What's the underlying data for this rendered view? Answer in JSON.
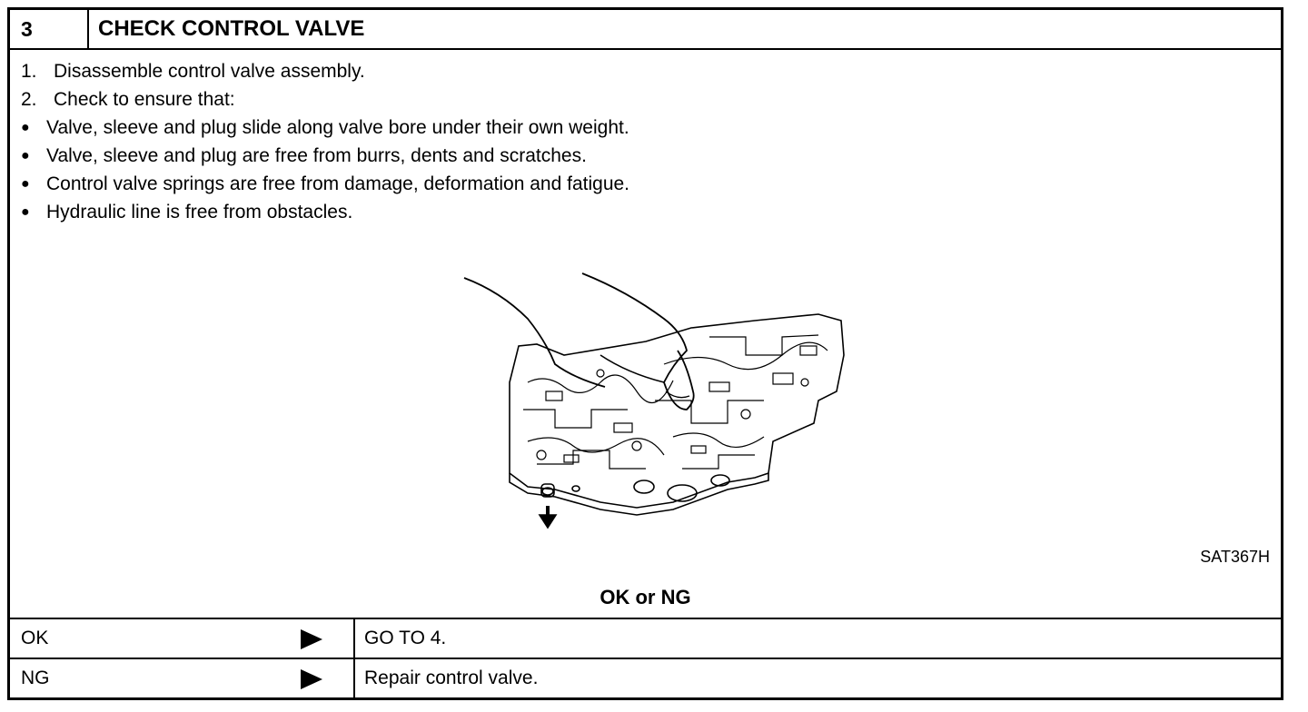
{
  "header": {
    "step_number": "3",
    "title": "CHECK CONTROL VALVE"
  },
  "instructions": [
    {
      "marker": "1.",
      "text": "Disassemble control valve assembly.",
      "kind": "number"
    },
    {
      "marker": "2.",
      "text": "Check to ensure that:",
      "kind": "number"
    },
    {
      "marker": "●",
      "text": "Valve, sleeve and plug slide along valve bore under their own weight.",
      "kind": "bullet"
    },
    {
      "marker": "●",
      "text": "Valve, sleeve and plug are free from burrs, dents and scratches.",
      "kind": "bullet"
    },
    {
      "marker": "●",
      "text": "Control valve springs are free from damage, deformation and fatigue.",
      "kind": "bullet"
    },
    {
      "marker": "●",
      "text": "Hydraulic line is free from obstacles.",
      "kind": "bullet"
    }
  ],
  "figure": {
    "code": "SAT367H",
    "icon": "control-valve-illustration"
  },
  "decision": "OK or NG",
  "results": [
    {
      "label": "OK",
      "action": "GO TO 4."
    },
    {
      "label": "NG",
      "action": "Repair control valve."
    }
  ]
}
